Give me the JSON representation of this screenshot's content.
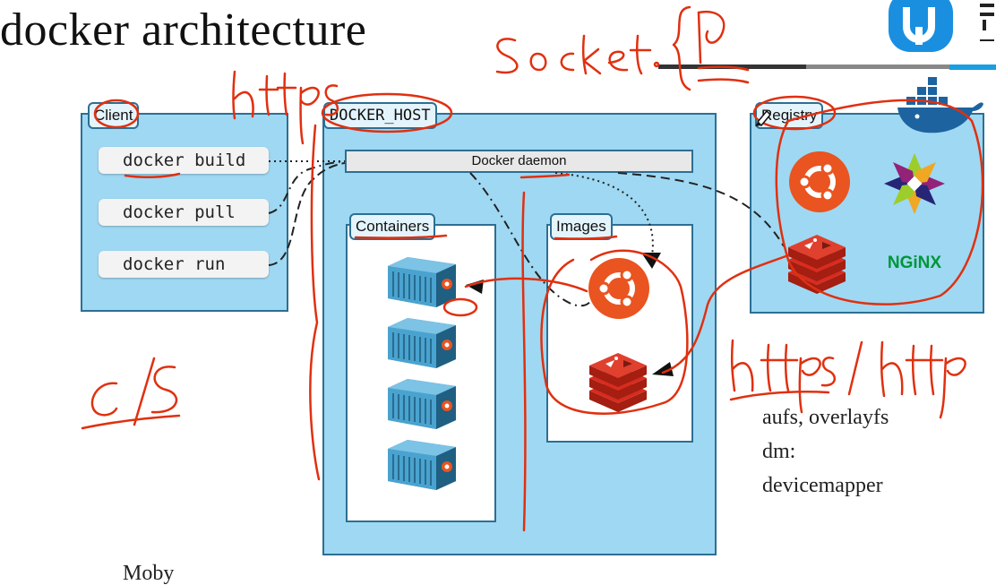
{
  "title": "docker architecture",
  "client": {
    "label": "Client",
    "commands": [
      "docker build",
      "docker pull",
      "docker run"
    ]
  },
  "host": {
    "label": "DOCKER_HOST",
    "daemon": "Docker daemon",
    "containers_label": "Containers",
    "images_label": "Images"
  },
  "registry": {
    "label": "Registry",
    "nginx": "NGiNX"
  },
  "notes": {
    "line1": "aufs, overlayfs",
    "line2": "dm:",
    "line3": "devicemapper",
    "bottom": "Moby"
  },
  "handwriting": {
    "https_top": "https",
    "socket": "Socket",
    "cs": "c/s",
    "https_http": "https / http"
  },
  "icons": [
    "container-icon",
    "ubuntu-icon",
    "redis-icon",
    "centos-icon",
    "nginx-logo",
    "docker-whale-icon",
    "brand-logo-icon"
  ],
  "colors": {
    "panel": "#9fd8f2",
    "panel_border": "#2c6f93",
    "ubuntu": "#e95420",
    "redis": "#d82c20",
    "nginx": "#009639",
    "annotation": "#e03010"
  }
}
